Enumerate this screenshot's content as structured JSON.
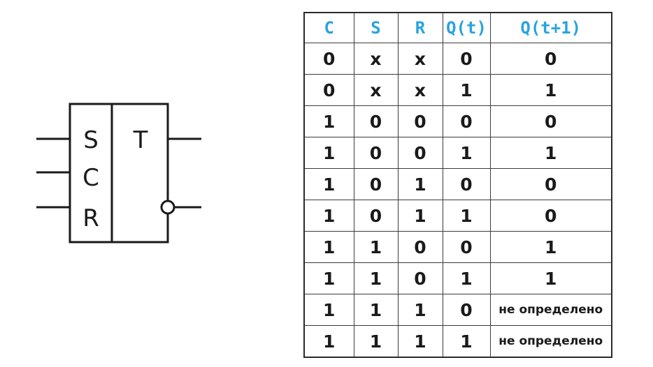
{
  "symbol": {
    "inputs": [
      "S",
      "C",
      "R"
    ],
    "type_label": "T"
  },
  "table": {
    "headers": [
      "C",
      "S",
      "R",
      "Q(t)",
      "Q(t+1)"
    ],
    "rows": [
      [
        "0",
        "x",
        "x",
        "0",
        "0"
      ],
      [
        "0",
        "x",
        "x",
        "1",
        "1"
      ],
      [
        "1",
        "0",
        "0",
        "0",
        "0"
      ],
      [
        "1",
        "0",
        "0",
        "1",
        "1"
      ],
      [
        "1",
        "0",
        "1",
        "0",
        "0"
      ],
      [
        "1",
        "0",
        "1",
        "1",
        "0"
      ],
      [
        "1",
        "1",
        "0",
        "0",
        "1"
      ],
      [
        "1",
        "1",
        "0",
        "1",
        "1"
      ],
      [
        "1",
        "1",
        "1",
        "0",
        "не определено"
      ],
      [
        "1",
        "1",
        "1",
        "1",
        "не определено"
      ]
    ]
  },
  "colors": {
    "header_text": "#29a3de",
    "body_text": "#1a1a1a",
    "lines": "#1a1a1a"
  }
}
